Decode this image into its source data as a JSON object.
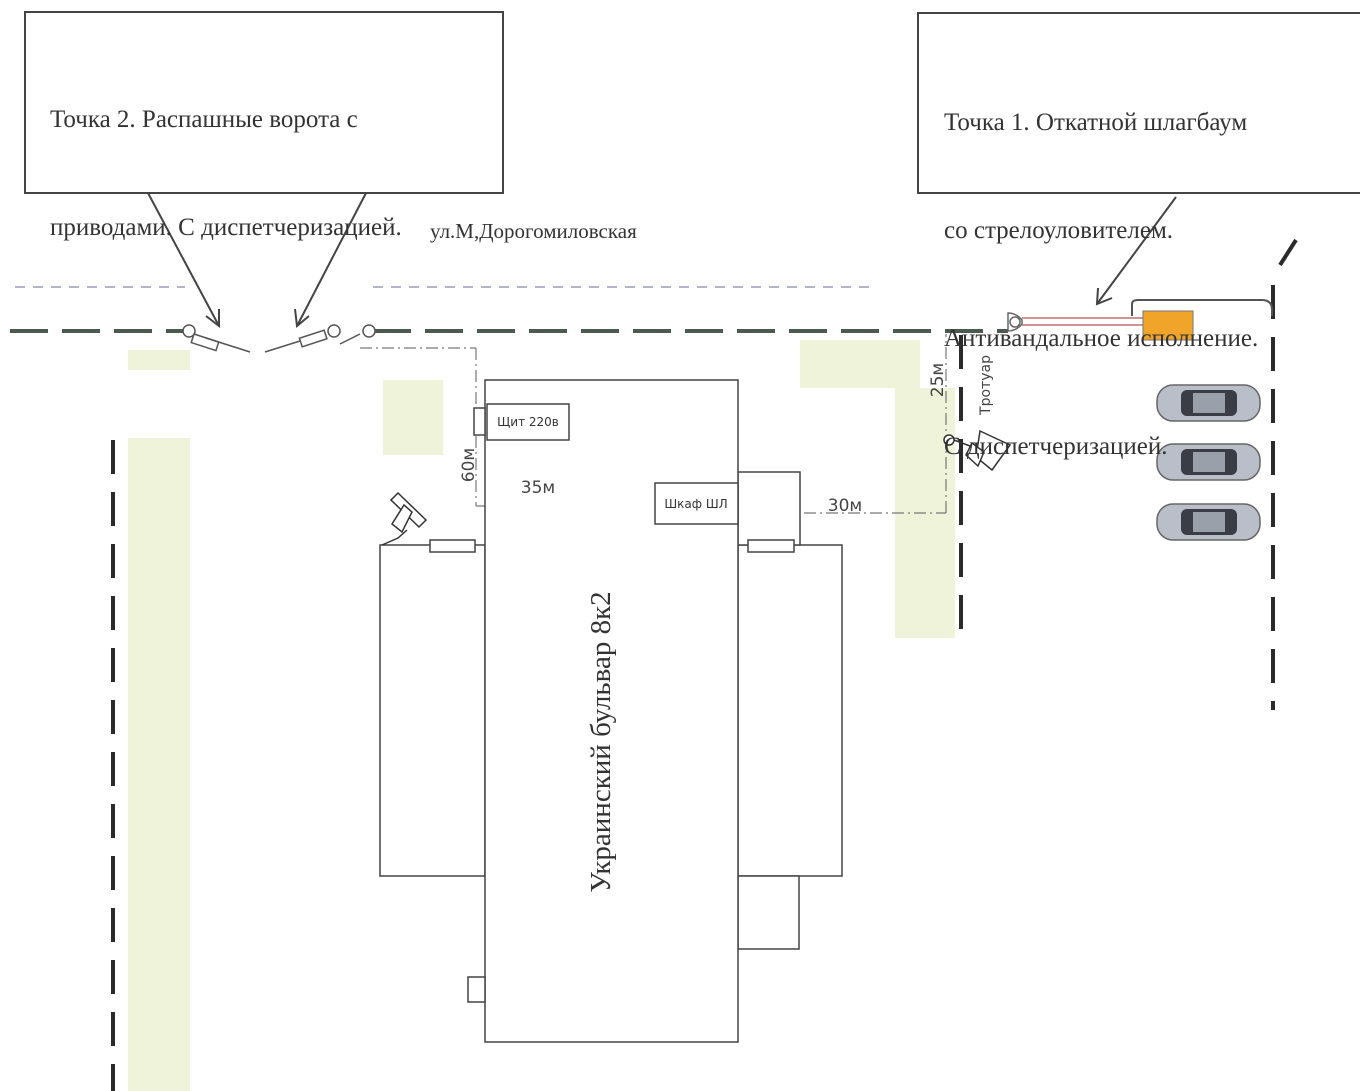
{
  "callouts": {
    "point2": {
      "line1": "Точка 2. Распашные ворота с",
      "line2": "приводами. С диспетчеризацией."
    },
    "point1": {
      "line1": "Точка 1. Откатной шлагбаум",
      "line2": "со стрелоуловителем.",
      "line3": "Антивандальное исполнение.",
      "line4": "С диспетчеризацией."
    }
  },
  "labels": {
    "street": "ул.М,Дорогомиловская",
    "building": "Украинский бульвар 8к2",
    "panel_220": "Щит 220в",
    "cabinet": "Шкаф ШЛ",
    "sidewalk": "Тротуар"
  },
  "distances": {
    "d60": "60м",
    "d35": "35м",
    "d30": "30м",
    "d25": "25м"
  },
  "colors": {
    "barrier_box": "#f0a52a",
    "green_strip": "#eef3da",
    "car_body": "#b9bec8"
  }
}
